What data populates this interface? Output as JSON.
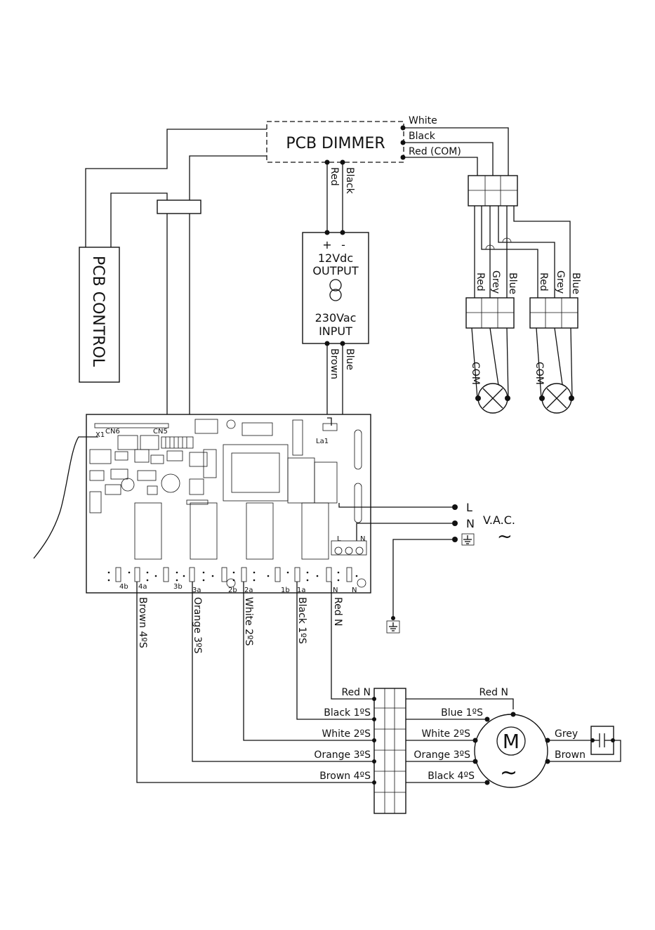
{
  "pcb_dimmer": {
    "title": "PCB DIMMER",
    "out_white": "White",
    "out_black": "Black",
    "out_red_com": "Red (COM)",
    "in_red": "Red",
    "in_black": "Black"
  },
  "pcb_control": {
    "title": "PCB CONTROL"
  },
  "transformer": {
    "plus": "+",
    "minus": "-",
    "output_voltage": "12Vdc",
    "output_label": "OUTPUT",
    "input_voltage": "230Vac",
    "input_label": "INPUT",
    "in_brown": "Brown",
    "in_blue": "Blue"
  },
  "lamps": {
    "left": {
      "red": "Red",
      "grey": "Grey",
      "blue": "Blue",
      "com": "COM"
    },
    "right": {
      "red": "Red",
      "grey": "Grey",
      "blue": "Blue",
      "com": "COM"
    }
  },
  "board": {
    "x1": "X1",
    "cn6": "CN6",
    "cn5": "CN5",
    "la1": "La1",
    "l": "L",
    "n": "N",
    "terminals": [
      "4b",
      "4a",
      "3b",
      "3a",
      "2b",
      "2a",
      "1b",
      "1a",
      "N",
      "N"
    ]
  },
  "mains": {
    "l": "L",
    "n": "N",
    "vac": "V.A.C.",
    "wave": "~"
  },
  "outputs": {
    "brown4": "Brown 4ºS",
    "orange3": "Orange 3ºS",
    "white2": "White 2ºS",
    "black1": "Black 1ºS",
    "redn": "Red N"
  },
  "terminal_block": {
    "left_labels": [
      "Red N",
      "Black 1ºS",
      "White 2ºS",
      "Orange 3ºS",
      "Brown 4ºS"
    ],
    "right_labels": [
      "Red N",
      "Blue 1ºS",
      "White 2ºS",
      "Orange 3ºS",
      "Black 4ºS"
    ]
  },
  "motor": {
    "symbol": "M",
    "wave": "~",
    "grey": "Grey",
    "brown": "Brown"
  }
}
